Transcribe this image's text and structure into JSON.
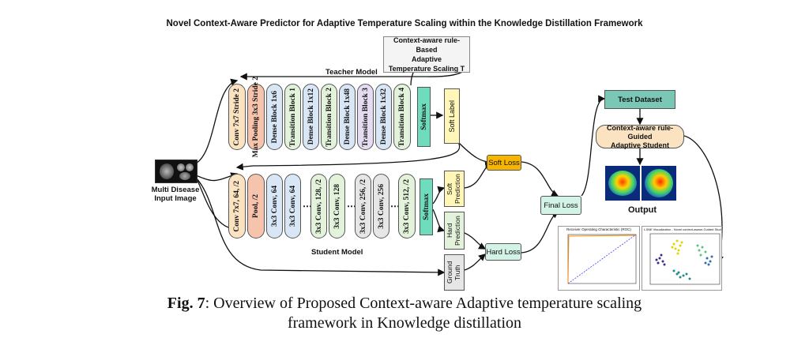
{
  "title": "Novel Context-Aware Predictor for Adaptive Temperature Scaling within the Knowledge Distillation Framework",
  "rule_box": {
    "line1": "Context-aware rule-Based",
    "line2": "Adaptive",
    "line3": "Temperature Scaling T"
  },
  "teacher": {
    "label": "Teacher Model",
    "blocks": [
      "Conv 7x7 Stride 2",
      "Max Pooling 3x3 Stride 2",
      "Dense Block 1x6",
      "Transition Block 1",
      "Dense Block 1x12",
      "Transition Block 2",
      "Dense Block 1x48",
      "Transition Block 3",
      "Dense Block 1x32",
      "Transition Block 4"
    ],
    "softmax": "Softmax",
    "soft_label": "Soft Label"
  },
  "student": {
    "label": "Student Model",
    "blocks": [
      "Conv 7x7, 64, /2",
      "Pool, /2",
      "3x3 Conv, 64",
      "3x3 Conv, 64",
      "3x3 Conv, 128, /2",
      "3x3 Conv, 128",
      "3x3 Conv, 256, /2",
      "3x3 Conv, 256",
      "3x3 Conv, 512, /2"
    ],
    "softmax": "Softmax",
    "soft_prediction": "Soft Prediction",
    "hard_prediction": "Hard Prediction",
    "ground_truth": "Ground Truth"
  },
  "input": {
    "label_line1": "Multi Disease",
    "label_line2": "Input Image"
  },
  "soft_loss": "Soft Loss",
  "hard_loss": "Hard Loss",
  "final_loss": "Final Loss",
  "test_dataset": "Test Dataset",
  "guided_student": {
    "line1": "Context-aware rule-Guided",
    "line2": "Adaptive Student"
  },
  "output_label": "Output",
  "roc_title": "Receiver Operating Characteristic (ROC)",
  "tsne_title": "t-SNE Visualization - Novel context-aware-Guided Student",
  "caption": {
    "fig": "Fig. 7",
    "text": ": Overview of Proposed Context-aware Adaptive temperature scaling",
    "line2": "framework in Knowledge distillation"
  },
  "colors": {
    "orange": "#fbe3c2",
    "salmon": "#f6c4ac",
    "blue": "#d8e6f5",
    "green": "#e3f2da",
    "purple": "#e6dcf1",
    "gray": "#e6e6e6",
    "teal": "#6fdcbd",
    "yellow": "#fff6b8",
    "softloss": "#f7b500",
    "mint": "#d2f3e6",
    "tealbox": "#7bc7b5"
  }
}
